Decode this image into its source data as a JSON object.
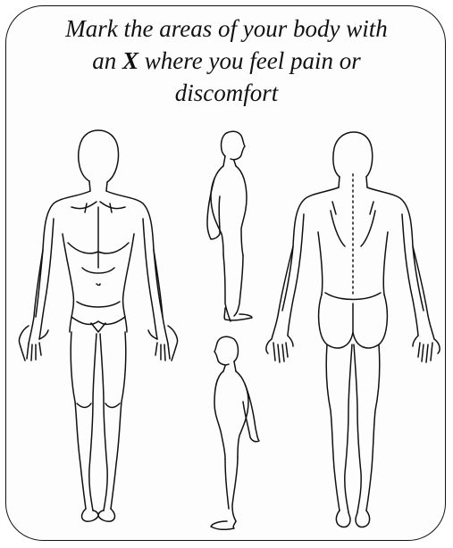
{
  "instructions": {
    "line1": "Mark the areas of your body with",
    "line2_before": "an ",
    "line2_marker": "X",
    "line2_after": " where you feel pain or",
    "line3": "discomfort"
  },
  "colors": {
    "ink": "#111111",
    "background": "#ffffff"
  }
}
